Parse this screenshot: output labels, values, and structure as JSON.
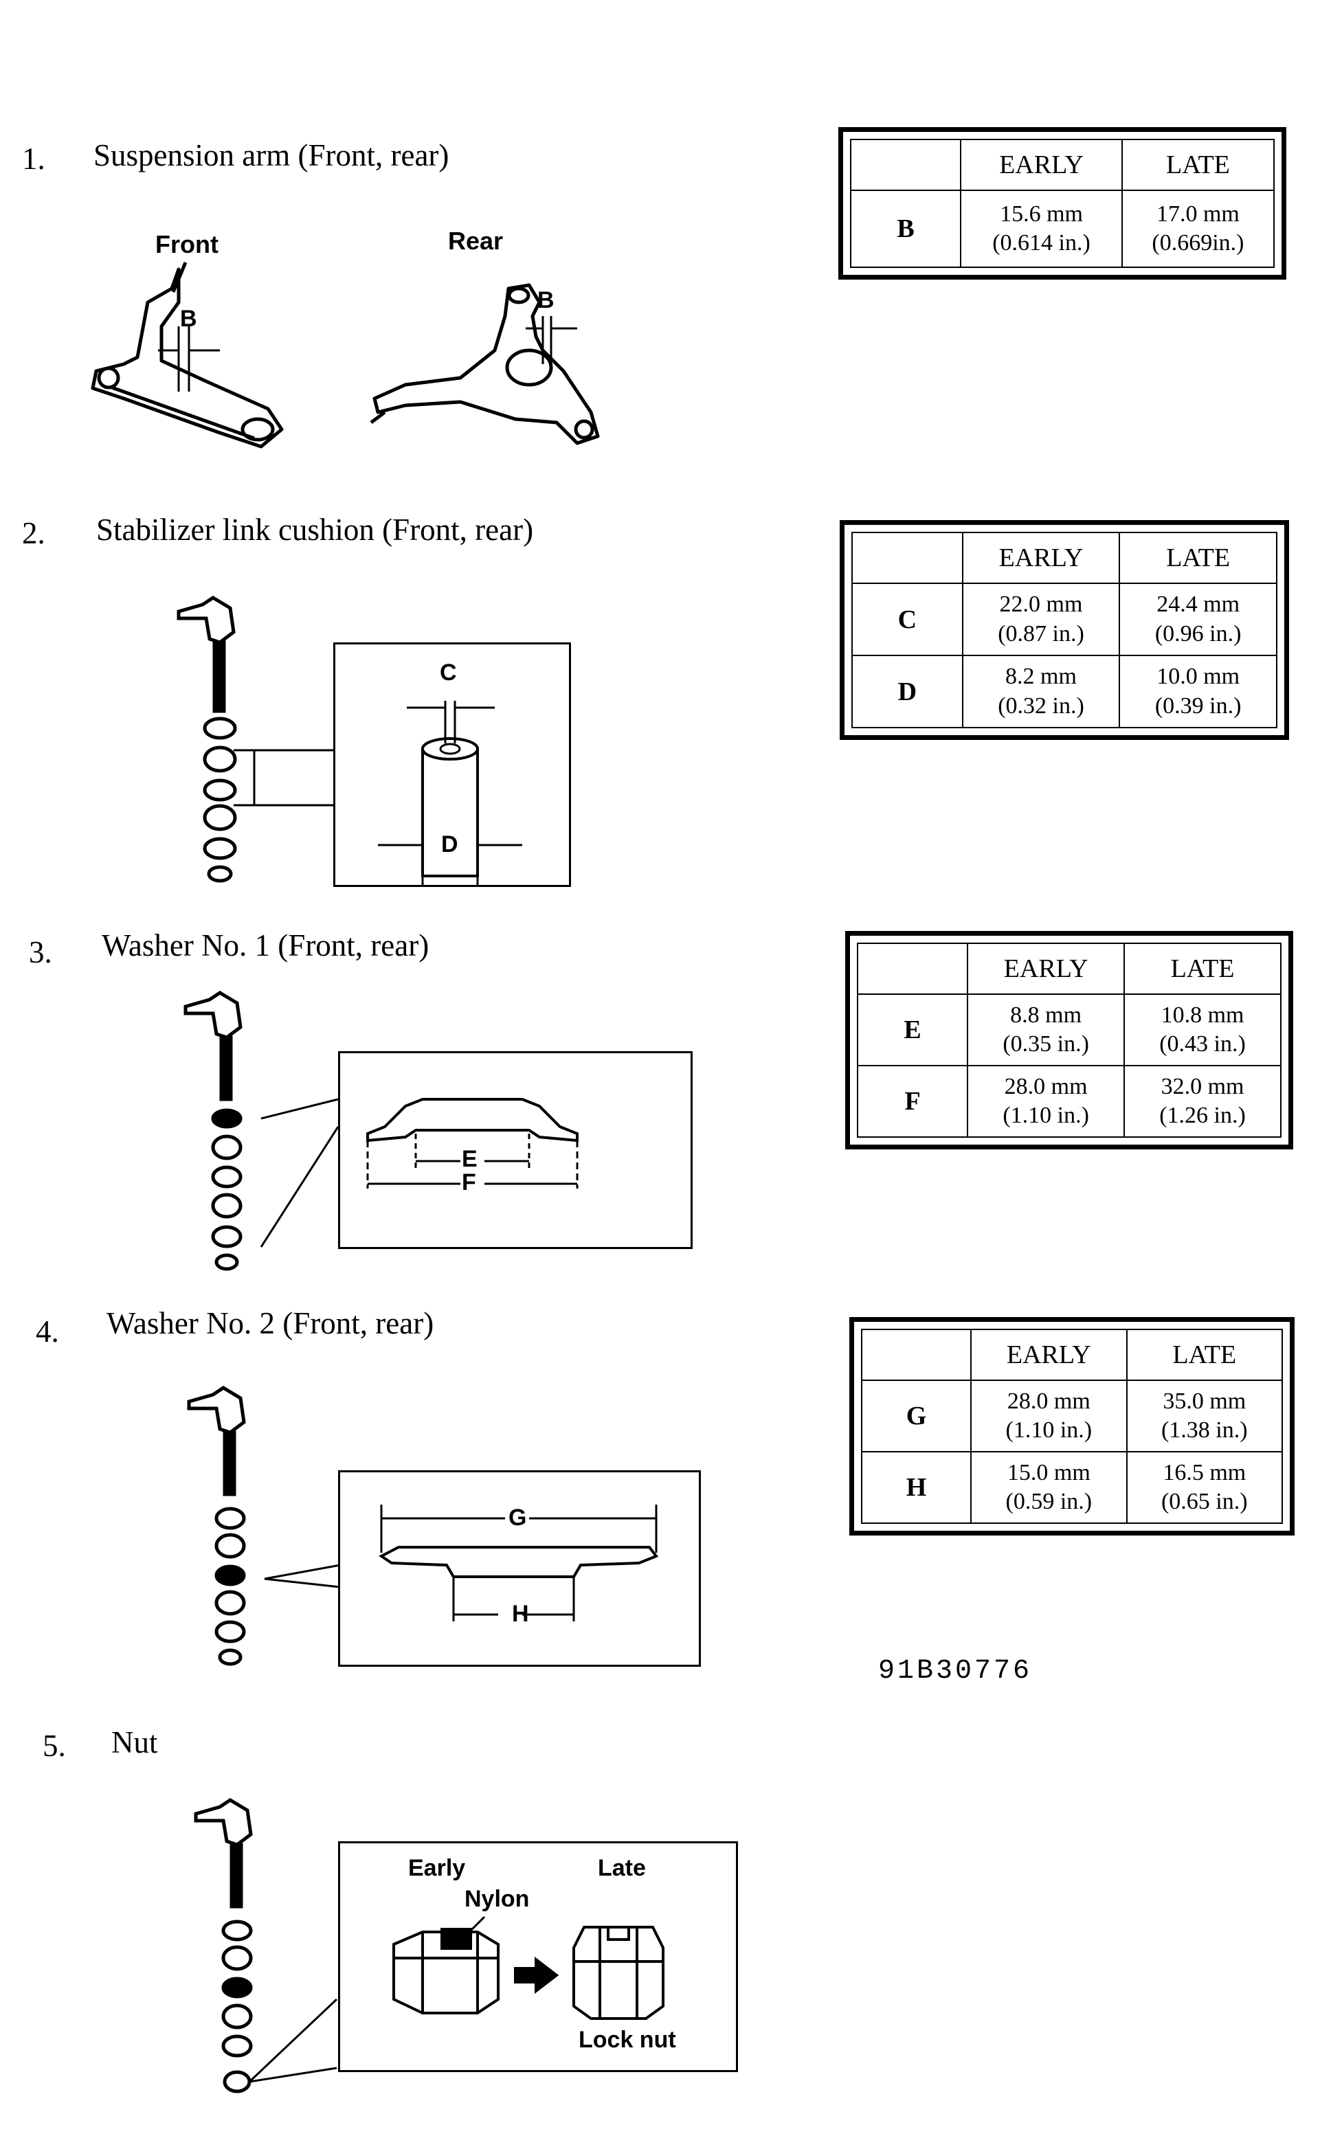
{
  "sections": [
    {
      "number": "1.",
      "title": "Suspension arm (Front, rear)",
      "labels": {
        "front": "Front",
        "rear": "Rear",
        "dim_front": "B",
        "dim_rear": "B"
      }
    },
    {
      "number": "2.",
      "title": "Stabilizer link cushion (Front, rear)",
      "labels": {
        "top": "C",
        "bottom": "D"
      }
    },
    {
      "number": "3.",
      "title": "Washer No. 1 (Front, rear)",
      "labels": {
        "inner": "E",
        "outer": "F"
      }
    },
    {
      "number": "4.",
      "title": "Washer No. 2 (Front, rear)",
      "labels": {
        "outer": "G",
        "inner": "H"
      }
    },
    {
      "number": "5.",
      "title": "Nut",
      "labels": {
        "early": "Early",
        "late": "Late",
        "nylon": "Nylon",
        "lock_nut": "Lock nut"
      }
    }
  ],
  "tables": [
    {
      "headers": [
        "EARLY",
        "LATE"
      ],
      "rows": [
        {
          "letter": "B",
          "early": [
            "15.6 mm",
            "(0.614 in.)"
          ],
          "late": [
            "17.0 mm",
            "(0.669in.)"
          ]
        }
      ]
    },
    {
      "headers": [
        "EARLY",
        "LATE"
      ],
      "rows": [
        {
          "letter": "C",
          "early": [
            "22.0 mm",
            "(0.87 in.)"
          ],
          "late": [
            "24.4 mm",
            "(0.96 in.)"
          ]
        },
        {
          "letter": "D",
          "early": [
            "8.2 mm",
            "(0.32 in.)"
          ],
          "late": [
            "10.0 mm",
            "(0.39 in.)"
          ]
        }
      ]
    },
    {
      "headers": [
        "EARLY",
        "LATE"
      ],
      "rows": [
        {
          "letter": "E",
          "early": [
            "8.8 mm",
            "(0.35 in.)"
          ],
          "late": [
            "10.8 mm",
            "(0.43 in.)"
          ]
        },
        {
          "letter": "F",
          "early": [
            "28.0 mm",
            "(1.10 in.)"
          ],
          "late": [
            "32.0 mm",
            "(1.26 in.)"
          ]
        }
      ]
    },
    {
      "headers": [
        "EARLY",
        "LATE"
      ],
      "rows": [
        {
          "letter": "G",
          "early": [
            "28.0 mm",
            "(1.10 in.)"
          ],
          "late": [
            "35.0 mm",
            "(1.38 in.)"
          ]
        },
        {
          "letter": "H",
          "early": [
            "15.0 mm",
            "(0.59 in.)"
          ],
          "late": [
            "16.5 mm",
            "(0.65 in.)"
          ]
        }
      ]
    }
  ],
  "figure_code": "91B30776"
}
